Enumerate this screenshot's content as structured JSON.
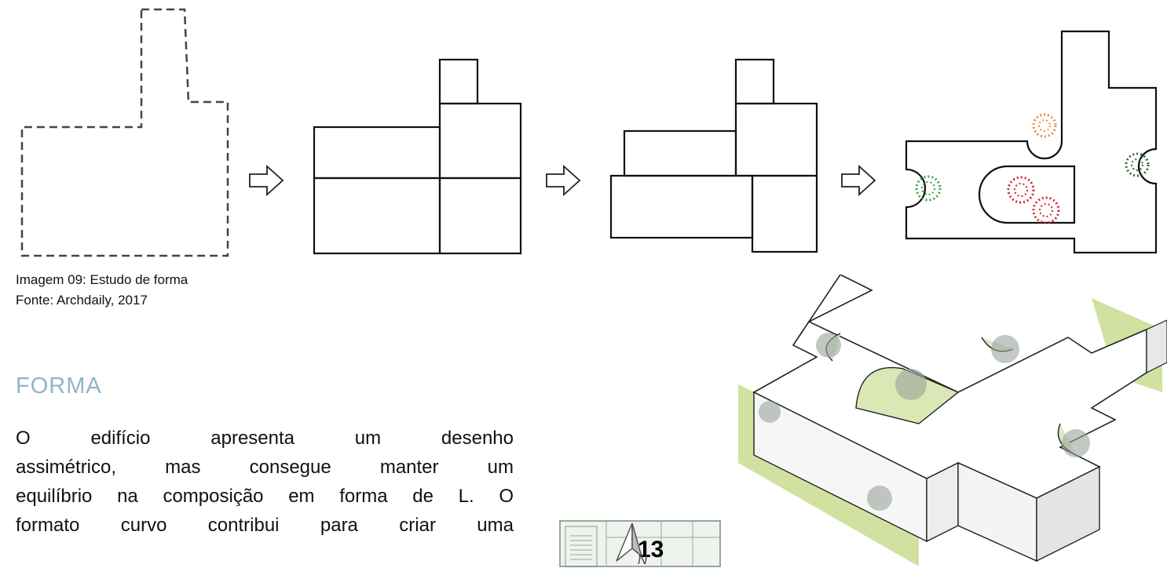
{
  "caption": {
    "line1": "Imagem 09: Estudo de forma",
    "line2": "Fonte: Archdaily, 2017"
  },
  "section": {
    "heading": "FORMA",
    "paragraph_lines": [
      "O edifício apresenta um desenho",
      "assimétrico, mas consegue manter um",
      "equilíbrio na composição em forma de L. O",
      "formato curvo contribui para criar uma"
    ]
  },
  "page_number": "13",
  "north_label": "N",
  "colors": {
    "heading": "#8fb5c8",
    "tree_orange": "#f08a3c",
    "tree_green": "#3aa545",
    "tree_dark_green": "#2f6b3a",
    "tree_red": "#d8242a",
    "lawn": "#c8dc8f"
  }
}
